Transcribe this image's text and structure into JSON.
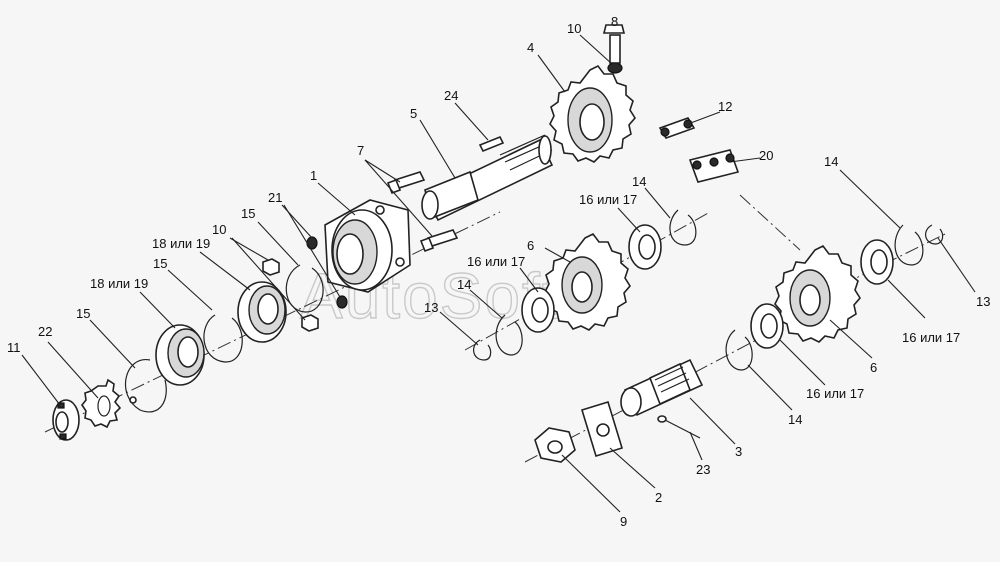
{
  "watermark": "AutoSoft",
  "labels": {
    "l1": "1",
    "l2": "2",
    "l3": "3",
    "l4": "4",
    "l5": "5",
    "l6a": "6",
    "l6b": "6",
    "l7": "7",
    "l8": "8",
    "l9": "9",
    "l10a": "10",
    "l10b": "10",
    "l11": "11",
    "l12": "12",
    "l13a": "13",
    "l13b": "13",
    "l14a": "14",
    "l14b": "14",
    "l14c": "14",
    "l14d": "14",
    "l15a": "15",
    "l15b": "15",
    "l15c": "15",
    "l1617a": "16 или 17",
    "l1617b": "16 или 17",
    "l1617c": "16 или 17",
    "l1617d": "16 или 17",
    "l1819a": "18 или 19",
    "l1819b": "18 или 19",
    "l20": "20",
    "l21": "21",
    "l22": "22",
    "l23": "23",
    "l24": "24"
  }
}
